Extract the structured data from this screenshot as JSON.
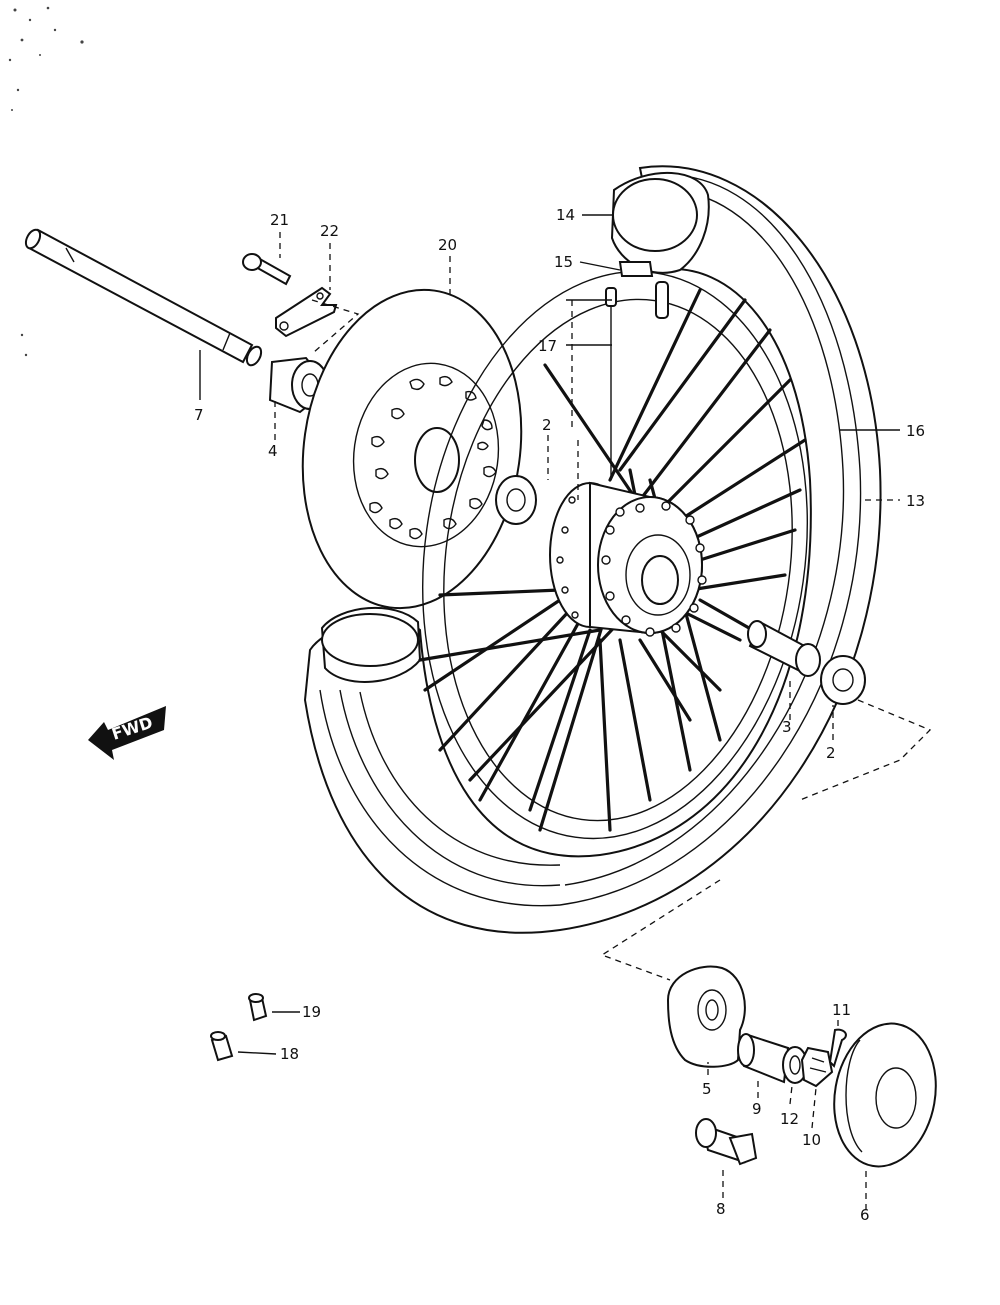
{
  "fwd_label": "FWD",
  "callouts": [
    {
      "id": "c21",
      "text": "21"
    },
    {
      "id": "c22",
      "text": "22"
    },
    {
      "id": "c20",
      "text": "20"
    },
    {
      "id": "c14",
      "text": "14"
    },
    {
      "id": "c15",
      "text": "15"
    },
    {
      "id": "c17",
      "text": "17"
    },
    {
      "id": "c7",
      "text": "7"
    },
    {
      "id": "c4",
      "text": "4"
    },
    {
      "id": "c2a",
      "text": "2"
    },
    {
      "id": "c16",
      "text": "16"
    },
    {
      "id": "c13",
      "text": "13"
    },
    {
      "id": "c3",
      "text": "3"
    },
    {
      "id": "c2b",
      "text": "2"
    },
    {
      "id": "c19",
      "text": "19"
    },
    {
      "id": "c18",
      "text": "18"
    },
    {
      "id": "c11",
      "text": "11"
    },
    {
      "id": "c5",
      "text": "5"
    },
    {
      "id": "c9",
      "text": "9"
    },
    {
      "id": "c12",
      "text": "12"
    },
    {
      "id": "c10",
      "text": "10"
    },
    {
      "id": "c8",
      "text": "8"
    },
    {
      "id": "c6",
      "text": "6"
    }
  ]
}
